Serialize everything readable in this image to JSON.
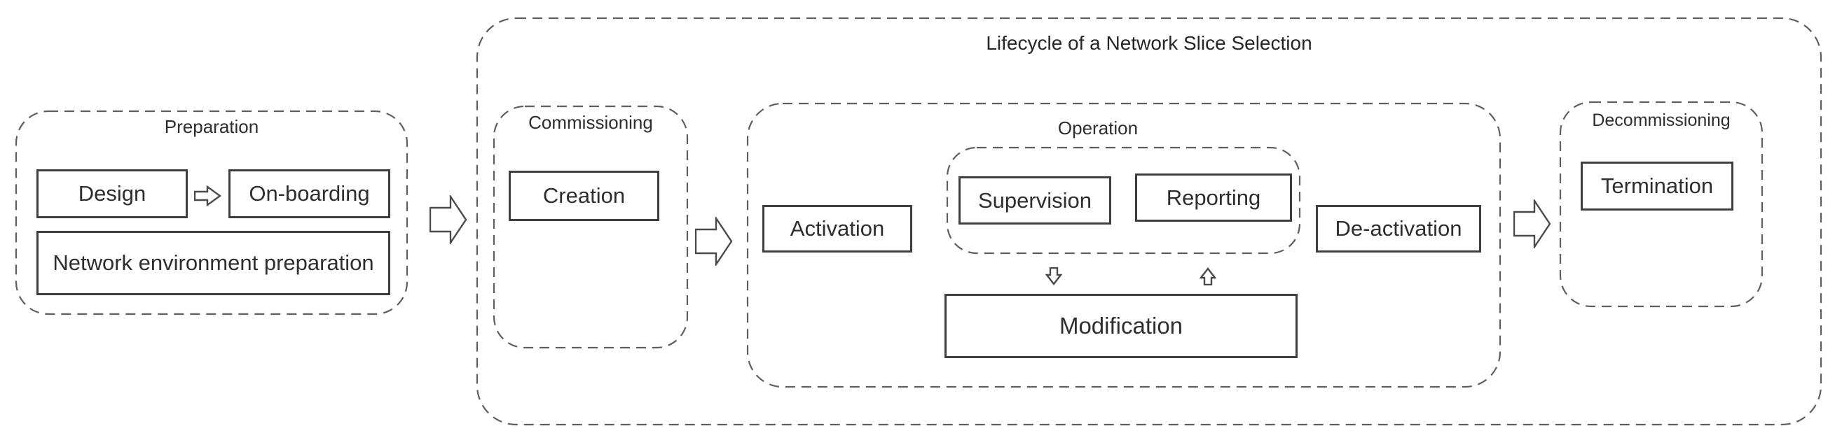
{
  "diagram": {
    "title": "Lifecycle of a Network Slice Selection",
    "groups": {
      "preparation": {
        "label": "Preparation",
        "design": "Design",
        "onboarding": "On-boarding",
        "network_env": "Network environment preparation"
      },
      "commissioning": {
        "label": "Commissioning",
        "creation": "Creation"
      },
      "operation": {
        "label": "Operation",
        "activation": "Activation",
        "supervision": "Supervision",
        "reporting": "Reporting",
        "modification": "Modification",
        "deactivation": "De-activation"
      },
      "decommissioning": {
        "label": "Decommissioning",
        "termination": "Termination"
      }
    },
    "icons": {
      "flow_arrow": "hollow-block-right-arrow",
      "step_arrow": "hollow-block-right-arrow-small",
      "down_arrow": "hollow-block-down-arrow",
      "up_arrow": "hollow-block-up-arrow"
    },
    "colors": {
      "background": "#ffffff",
      "solid_border": "#3f3f3f",
      "dashed_border": "#5e5e5e",
      "text": "#2e2e2e"
    }
  }
}
